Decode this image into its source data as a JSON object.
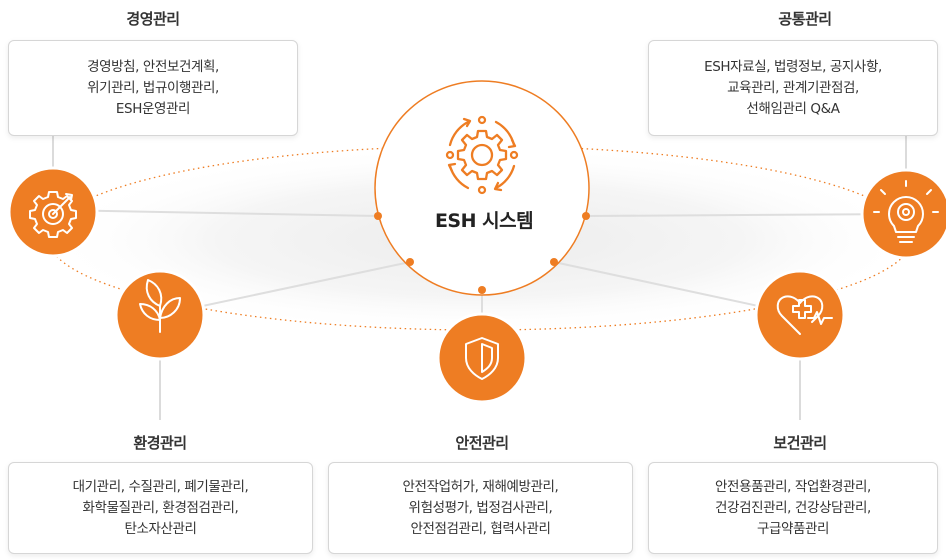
{
  "colors": {
    "accent": "#ee7d23",
    "accent_dark": "#e06c10",
    "line": "#d9d9d9",
    "text": "#333333"
  },
  "center": {
    "label": "ESH 시스템",
    "icon": "gear-cycle-icon"
  },
  "categories": {
    "management": {
      "title": "경영관리",
      "icon": "target-gear-icon",
      "lines": [
        "경영방침, 안전보건계획,",
        "위기관리, 법규이행관리,",
        "ESH운영관리"
      ]
    },
    "common": {
      "title": "공통관리",
      "icon": "lightbulb-gear-icon",
      "lines": [
        "ESH자료실, 법령정보, 공지사항,",
        "교육관리, 관계기관점검,",
        "선해임관리 Q&A"
      ]
    },
    "environment": {
      "title": "환경관리",
      "icon": "leaf-icon",
      "lines": [
        "대기관리, 수질관리, 폐기물관리,",
        "화학물질관리, 환경점검관리,",
        "탄소자산관리"
      ]
    },
    "safety": {
      "title": "안전관리",
      "icon": "shield-icon",
      "lines": [
        "안전작업허가, 재해예방관리,",
        "위험성평가, 법정검사관리,",
        "안전점검관리, 협력사관리"
      ]
    },
    "health": {
      "title": "보건관리",
      "icon": "heart-pulse-icon",
      "lines": [
        "안전용품관리, 작업환경관리,",
        "건강검진관리, 건강상담관리,",
        "구급약품관리"
      ]
    }
  }
}
